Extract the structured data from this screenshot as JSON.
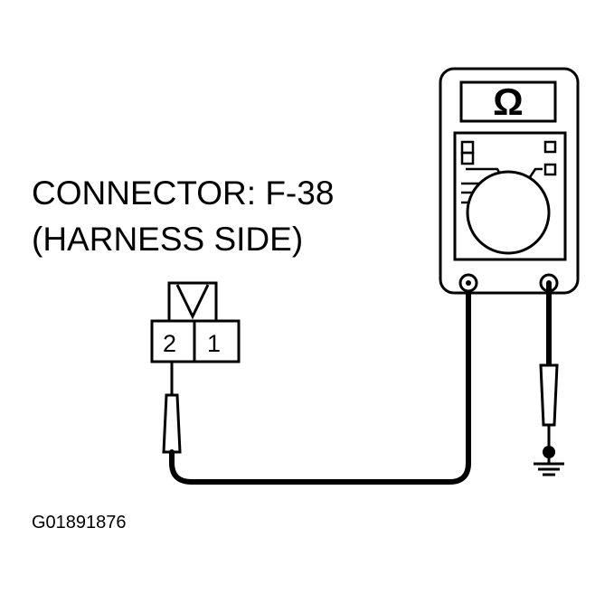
{
  "connector": {
    "line1": "CONNECTOR: F-38",
    "line2": "(HARNESS SIDE)",
    "pin_left": "2",
    "pin_right": "1"
  },
  "meter": {
    "display_symbol": "Ω",
    "function": "ohmmeter"
  },
  "figure_code": "G01891876",
  "icons": {
    "meter": "multimeter-icon",
    "ground": "ground-icon",
    "probe": "test-probe-icon"
  },
  "colors": {
    "line": "#000000",
    "background": "#ffffff"
  }
}
